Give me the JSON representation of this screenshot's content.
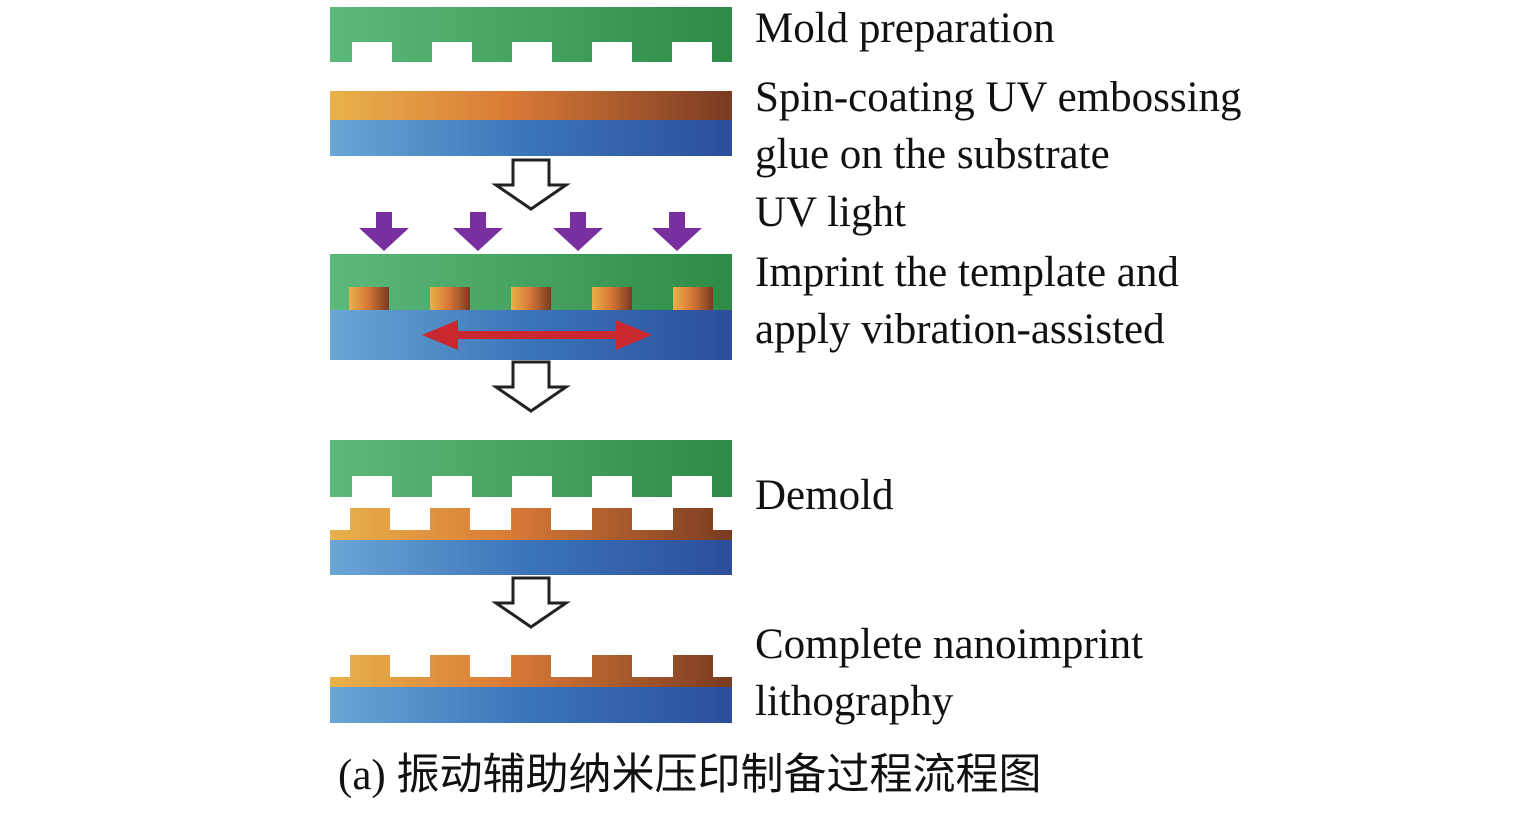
{
  "steps": [
    {
      "label": "Mold preparation"
    },
    {
      "label": "Spin-coating UV embossing glue on the substrate",
      "lines": [
        "Spin-coating UV embossing",
        "glue on the substrate"
      ]
    },
    {
      "label": "UV light"
    },
    {
      "label": "Imprint the template and apply vibration-assisted",
      "lines": [
        "Imprint the template and",
        "apply vibration-assisted"
      ]
    },
    {
      "label": "Demold"
    },
    {
      "label": "Complete nanoimprint lithography",
      "lines": [
        "Complete nanoimprint",
        "lithography"
      ]
    }
  ],
  "caption": {
    "prefix": "(a) ",
    "text": "振动辅助纳米压印制备过程流程图"
  },
  "colors": {
    "mold_light": "#5cb97a",
    "mold_dark": "#2e8b45",
    "glue_light": "#e8b24a",
    "glue_mid": "#d97a37",
    "glue_dark": "#7a3b22",
    "substrate_light": "#6aa6d6",
    "substrate_mid": "#3a74b8",
    "substrate_dark": "#2c4e9c",
    "uv_arrow": "#7a2fa0",
    "vibration_arrow": "#c8282e",
    "flow_arrow": "#222222"
  }
}
